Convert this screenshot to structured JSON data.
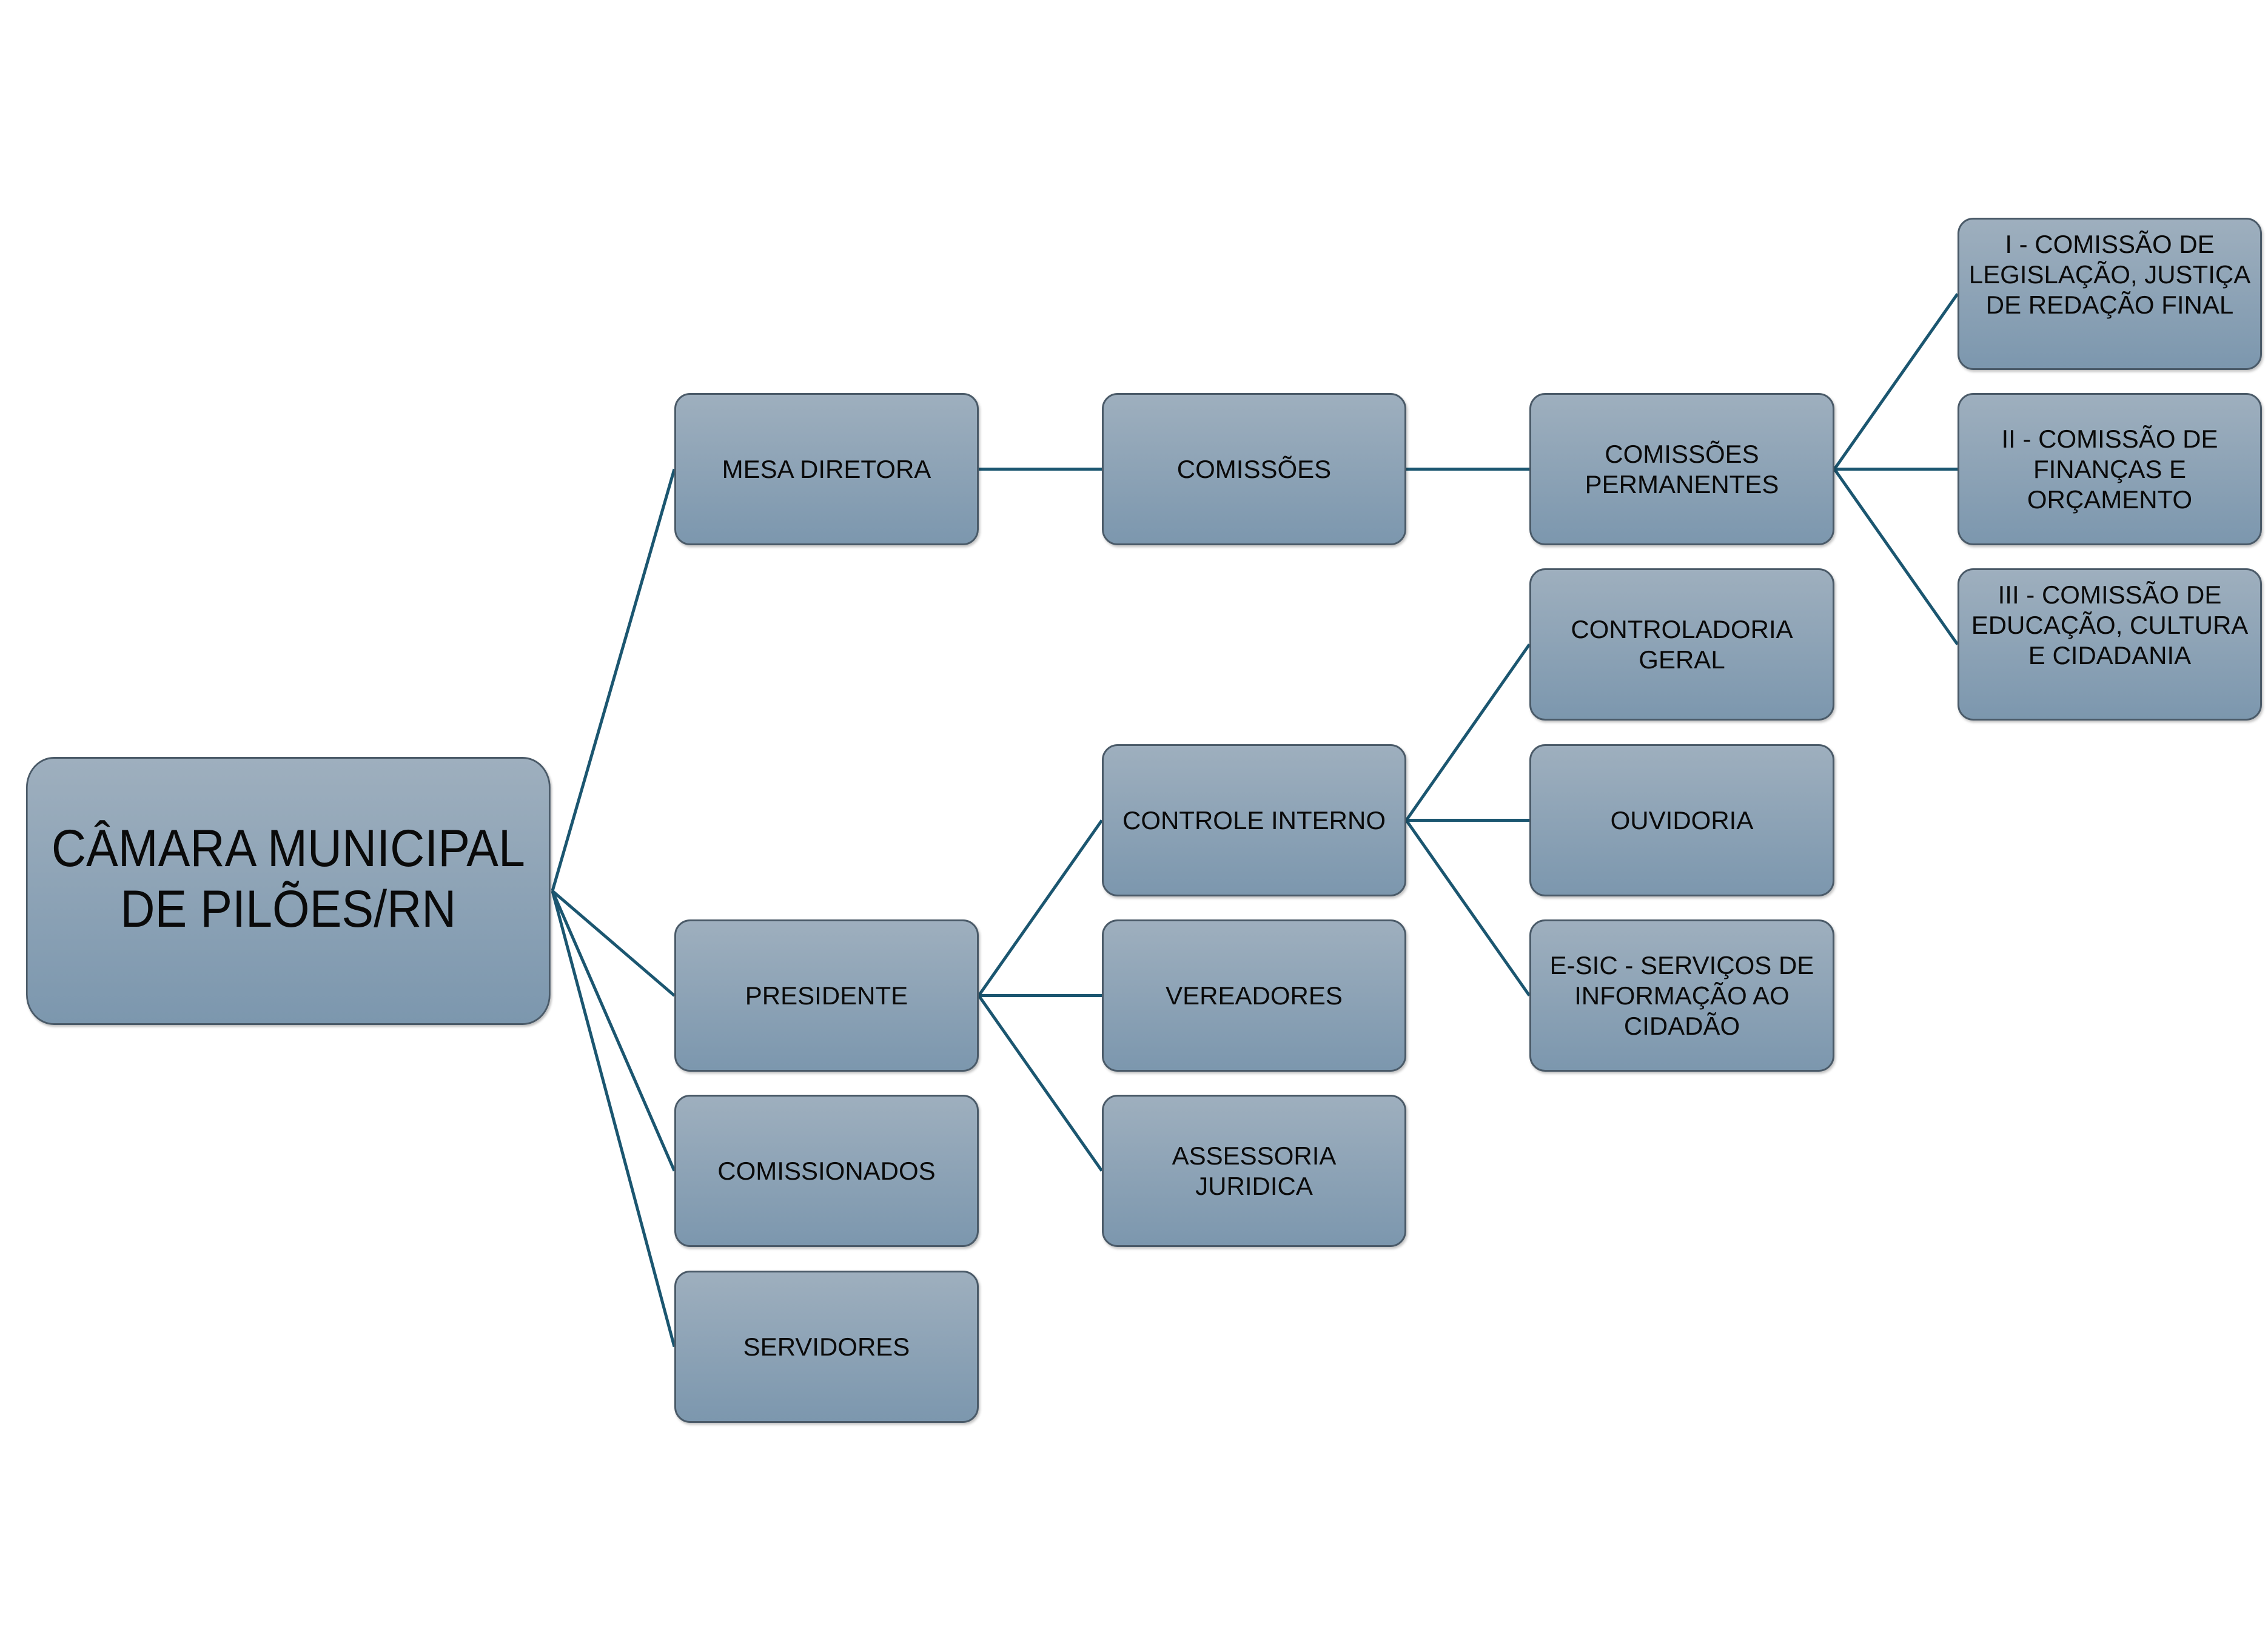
{
  "colors": {
    "box_top": "#9eafbe",
    "box_bottom": "#7c97ae",
    "line": "#1b5670",
    "border": "#4a5a68"
  },
  "nodes": {
    "root": "CÂMARA MUNICIPAL\nDE PILÕES/RN",
    "mesa": "MESA DIRETORA",
    "presidente": "PRESIDENTE",
    "comissionados": "COMISSIONADOS",
    "servidores": "SERVIDORES",
    "comissoes": "COMISSÕES",
    "controle": "CONTROLE INTERNO",
    "vereadores": "VEREADORES",
    "assessoria": "ASSESSORIA JURIDICA",
    "permanentes": "COMISSÕES\nPERMANENTES",
    "controladoria": "CONTROLADORIA\nGERAL",
    "ouvidoria": "OUVIDORIA",
    "esic": "E-SIC - SERVIÇOS DE\nINFORMAÇÃO AO\nCIDADÃO",
    "com1": "I - COMISSÃO DE\nLEGISLAÇÃO, JUSTIÇA\nDE REDAÇÃO FINAL",
    "com2": "II - COMISSÃO DE\nFINANÇAS E\nORÇAMENTO",
    "com3": "III - COMISSÃO DE\nEDUCAÇÃO, CULTURA\nE CIDADANIA"
  },
  "edges": [
    [
      "root",
      "mesa"
    ],
    [
      "root",
      "presidente"
    ],
    [
      "root",
      "comissionados"
    ],
    [
      "root",
      "servidores"
    ],
    [
      "mesa",
      "comissoes"
    ],
    [
      "comissoes",
      "permanentes"
    ],
    [
      "permanentes",
      "com1"
    ],
    [
      "permanentes",
      "com2"
    ],
    [
      "permanentes",
      "com3"
    ],
    [
      "presidente",
      "controle"
    ],
    [
      "presidente",
      "vereadores"
    ],
    [
      "presidente",
      "assessoria"
    ],
    [
      "controle",
      "controladoria"
    ],
    [
      "controle",
      "ouvidoria"
    ],
    [
      "controle",
      "esic"
    ]
  ]
}
